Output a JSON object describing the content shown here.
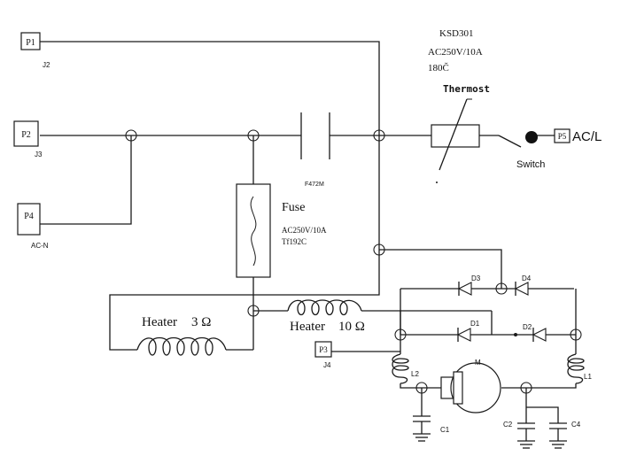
{
  "ports": {
    "p1": "P1",
    "p2": "P2",
    "p3": "P3",
    "p4": "P4",
    "p5": "P5"
  },
  "connectors": {
    "j2": "J2",
    "j3": "J3",
    "j4": "J4",
    "ac_n": "AC-N",
    "ac_l": "AC/L"
  },
  "thermostat": {
    "model": "KSD301",
    "rating": "AC250V/10A",
    "temp": "180Č",
    "label": "Thermost"
  },
  "switch": {
    "label": "Switch"
  },
  "capacitor_main": {
    "label": "F472M"
  },
  "fuse": {
    "label": "Fuse",
    "rating": "AC250V/10A",
    "temp": "Tf192C"
  },
  "heater_1": {
    "label": "Heater",
    "value": "3 Ω"
  },
  "heater_2": {
    "label": "Heater",
    "value": "10 Ω"
  },
  "diodes": {
    "d1": "D1",
    "d2": "D2",
    "d3": "D3",
    "d4": "D4"
  },
  "inductors": {
    "l1": "L1",
    "l2": "L2"
  },
  "motor": {
    "label": "M"
  },
  "capacitors": {
    "c1": "C1",
    "c2": "C2",
    "c4": "C4"
  }
}
